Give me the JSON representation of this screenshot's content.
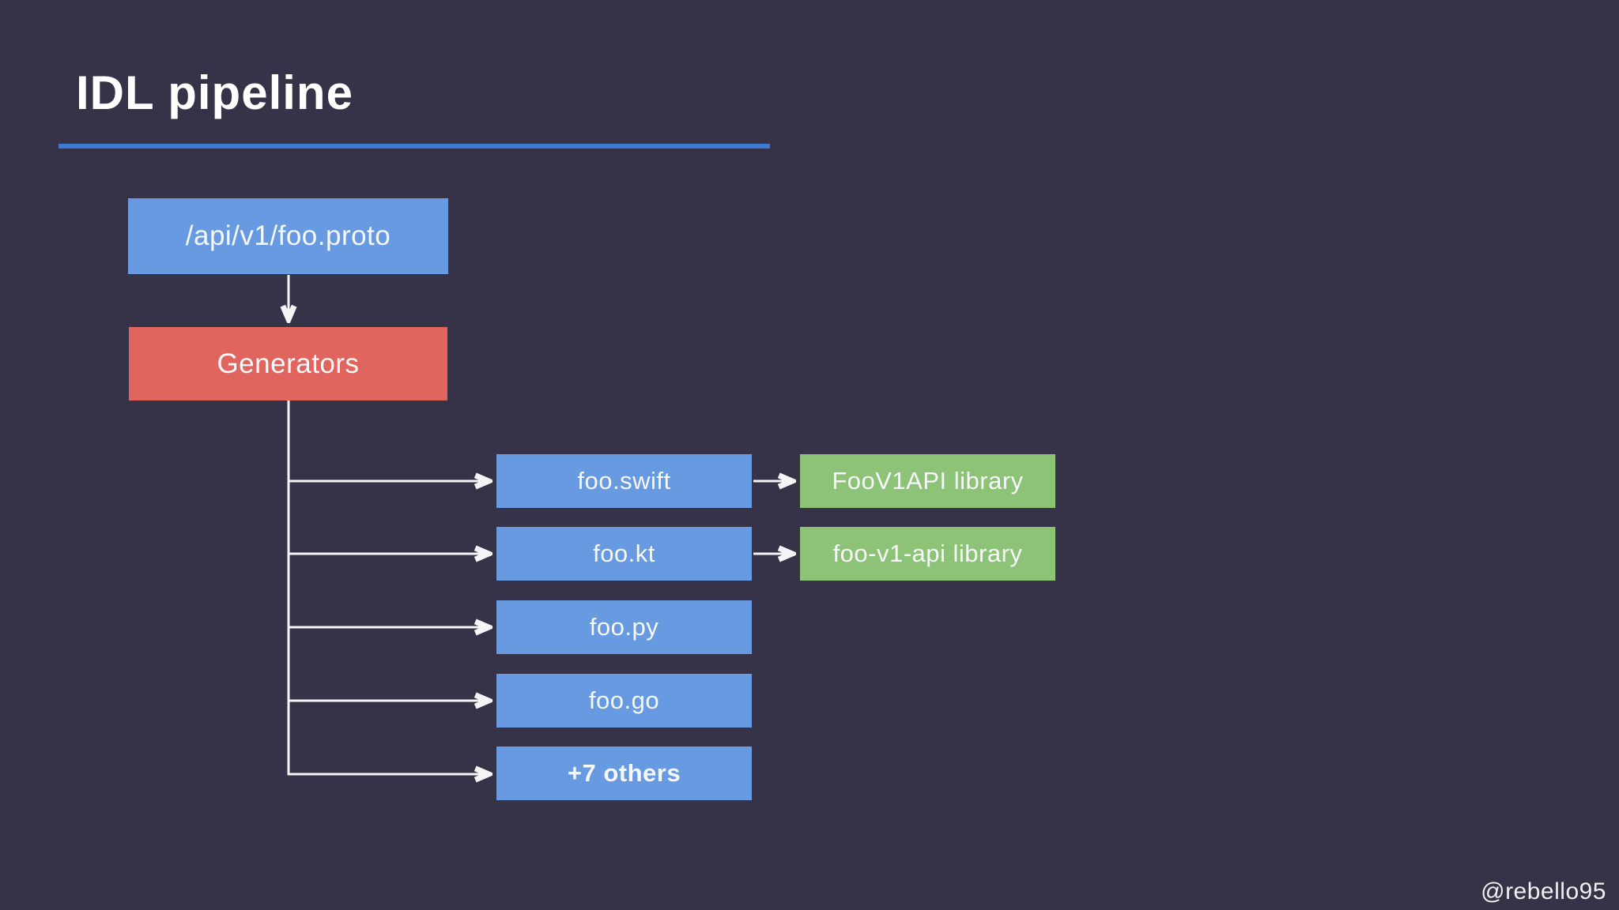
{
  "slide": {
    "title": "IDL pipeline",
    "watermark": "@rebello95"
  },
  "colors": {
    "background": "#363247",
    "title_underline": "#3d7ad6",
    "node_blue": "#689ae2",
    "node_red": "#e0655f",
    "node_green": "#8cc377",
    "arrow": "#f5f5f7",
    "text": "#ffffff"
  },
  "diagram": {
    "source": {
      "label": "/api/v1/foo.proto"
    },
    "generator": {
      "label": "Generators"
    },
    "outputs": [
      {
        "label": "foo.swift",
        "artifact": "FooV1API library"
      },
      {
        "label": "foo.kt",
        "artifact": "foo-v1-api library"
      },
      {
        "label": "foo.py"
      },
      {
        "label": "foo.go"
      },
      {
        "label": "+7 others"
      }
    ]
  }
}
